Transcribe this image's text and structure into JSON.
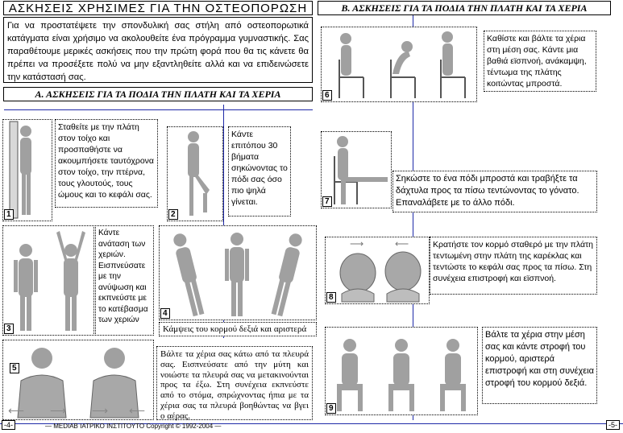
{
  "title": "ΑΣΚΗΣΕΙΣ ΧΡΗΣΙΜΕΣ ΓΙΑ ΤΗΝ ΟΣΤΕΟΠΟΡΩΣΗ",
  "intro": "Για να προστατέψετε την σπονδυλική σας στήλη από οστεοπορωτικά κατάγματα είναι χρήσιμο να ακολουθείτε ένα πρόγραμμα γυμναστικής. Σας παραθέτουμε μερικές ασκήσεις που την πρώτη φορά που θα τις κάνετε θα πρέπει να προσέξετε πολύ να μην εξαντληθείτε αλλά και να επιδεινώσετε την κατάστασή σας.",
  "section_a": "Α. ΑΣΚΗΣΕΙΣ ΓΙΑ ΤΑ ΠΟΔΙΑ ΤΗΝ ΠΛΑΤΗ ΚΑΙ ΤΑ ΧΕΡΙΑ",
  "section_b": "Β. ΑΣΚΗΣΕΙΣ ΓΙΑ ΤΑ ΠΟΔΙΑ ΤΗΝ ΠΛΑΤΗ ΚΑΙ ΤΑ ΧΕΡΙΑ",
  "exercises": {
    "e1": {
      "num": "1",
      "text": "Σταθείτε με την πλάτη στον τοίχο και προσπαθήστε να ακουμπήσετε ταυτόχρονα στον τοίχο, την πτέρνα, τους γλουτούς, τους ώμους και το κεφάλι σας."
    },
    "e2": {
      "num": "2",
      "text": "Κάντε επιτόπου 30 βήματα σηκώνοντας το πόδι σας όσο πιο ψηλά γίνεται."
    },
    "e3": {
      "num": "3",
      "text": "Κάντε ανάταση των χεριών. Εισπνεύσατε με την ανύψωση και εκπνεύστε με το κατέβασμα των χεριών"
    },
    "e4": {
      "num": "4",
      "text": "Κάμψεις του κορμού δεξιά και αριστερά"
    },
    "e5": {
      "num": "5",
      "text": "Βάλτε τα χέρια σας κάτω από τα πλευρά σας. Εισπνεύσατε από την μύτη και νοιώστε τα πλευρά σας να μετακινούνται προς τα έξω. Στη συνέχεια εκπνεύστε από το στόμα, σπρώχνοντας ήπια με τα χέρια σας τα πλευρά βοηθώντας να βγει ο αέρας."
    },
    "e6": {
      "num": "6",
      "text": "Καθίστε και βάλτε τα χέρια στη μέση σας. Κάντε μια βαθιά εϊσπνοή, ανάκαμψη, τέντωμα της πλάτης κοιτώντας μπροστά."
    },
    "e7": {
      "num": "7",
      "text": "Σηκώστε το ένα πόδι μπροστά και τραβήξτε τα δάχτυλα προς τα πίσω τεντώνοντας το γόνατο. Επαναλάβετε με το άλλο πόδι."
    },
    "e8": {
      "num": "8",
      "text": "Κρατήστε τον κορμό σταθερό με την πλάτη τεντωμένη στην πλάτη της καρέκλας και τεντώστε το κεφάλι σας προς τα πίσω. Στη συνέχεια επιστροφή και εϊσπνοή."
    },
    "e9": {
      "num": "9",
      "text": "Βάλτε τα χέρια στην μέση σας και κάντε στροφή του κορμού, αριστερά επιστροφή και στη συνέχεια στροφή του κορμού δεξιά."
    }
  },
  "footer": {
    "left_page": "-4-",
    "right_page": "-5-",
    "credit": "—   MEDIAB ΙΑΤΡΙΚΟ ΙΝΣΤΙΤΟΥΤΟ Copyright © 1992-2004   —"
  },
  "colors": {
    "guide_lines": "#1f2aa8",
    "figure": "#8a8a8a"
  }
}
